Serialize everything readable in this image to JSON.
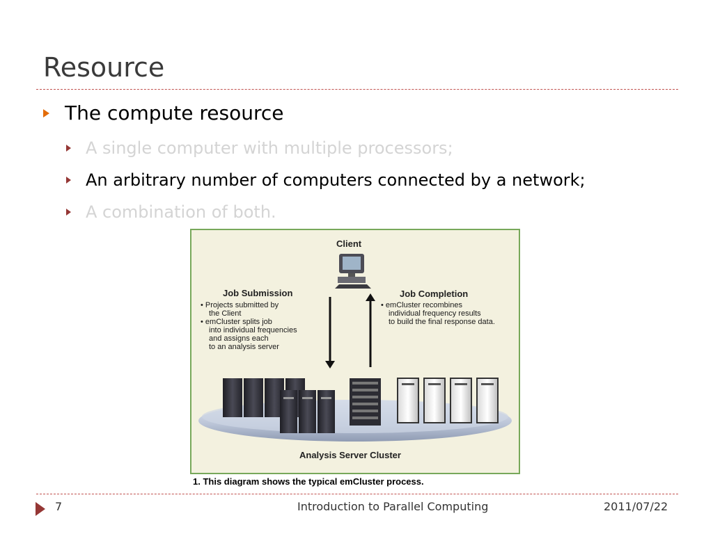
{
  "slide": {
    "title": "Resource",
    "bullet_main": "The compute resource",
    "sub_bullets": [
      "A single computer with multiple processors;",
      "An arbitrary number of computers connected by a network;",
      "A combination of both."
    ]
  },
  "diagram": {
    "client_label": "Client",
    "left_heading": "Job Submission",
    "left_lines": [
      "• Projects submitted by",
      "the Client",
      "• emCluster splits job",
      "into individual frequencies",
      "and assigns each",
      "to an analysis server"
    ],
    "right_heading": "Job Completion",
    "right_lines": [
      "• emCluster recombines",
      "individual frequency results",
      "to build the final response data."
    ],
    "cluster_label": "Analysis Server Cluster",
    "caption": "1. This diagram shows the typical emCluster process."
  },
  "footer": {
    "page_number": "7",
    "center_text": "Introduction to Parallel Computing",
    "date": "2011/07/22"
  },
  "colors": {
    "accent_orange": "#e36c09",
    "accent_red": "#953735",
    "rule": "#c0504d",
    "diagram_border": "#77a85a"
  }
}
